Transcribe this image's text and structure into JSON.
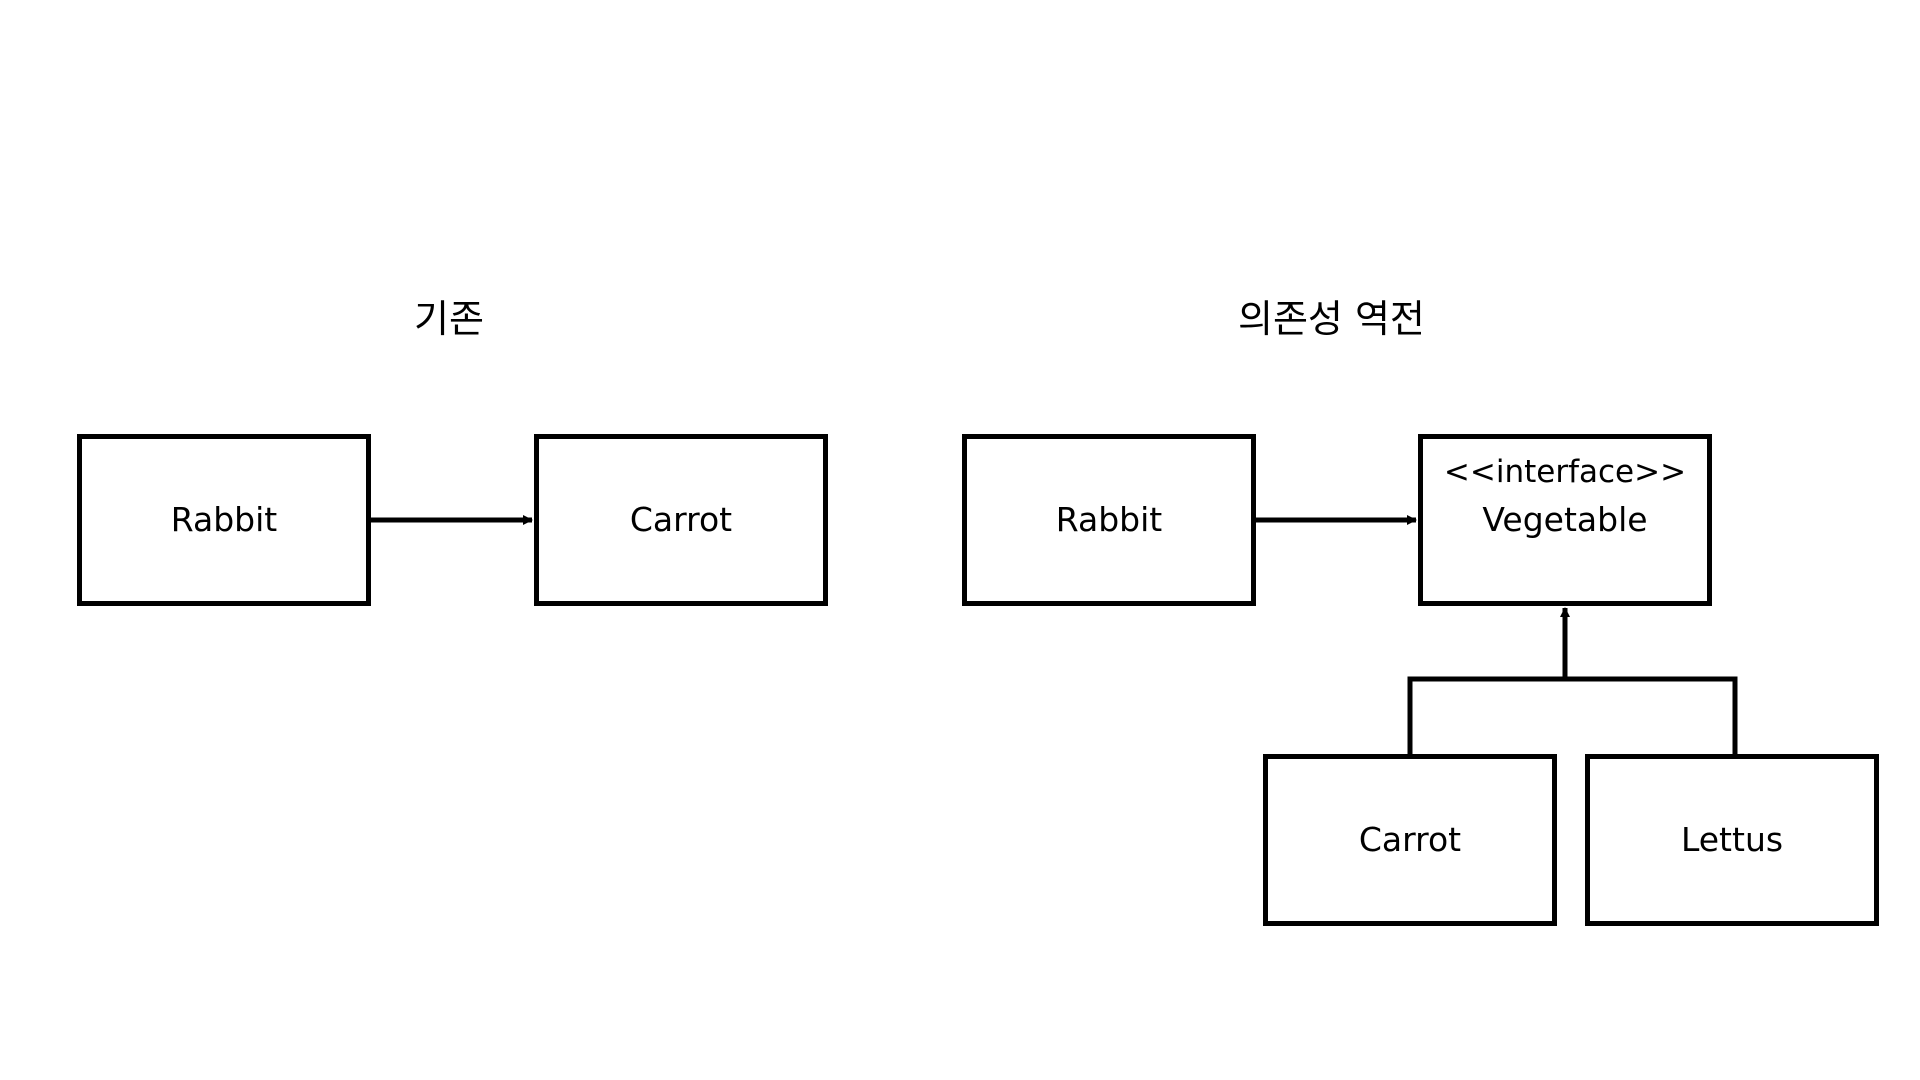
{
  "diagram": {
    "sections": {
      "left": {
        "title": "기존"
      },
      "right": {
        "title": "의존성 역전"
      }
    },
    "nodes": {
      "rabbit_left": {
        "label": "Rabbit"
      },
      "carrot_left": {
        "label": "Carrot"
      },
      "rabbit_right": {
        "label": "Rabbit"
      },
      "vegetable": {
        "stereotype": "<<interface>>",
        "label": "Vegetable"
      },
      "carrot_right": {
        "label": "Carrot"
      },
      "lettus": {
        "label": "Lettus"
      }
    },
    "edges": [
      {
        "from": "rabbit_left",
        "to": "carrot_left",
        "type": "dependency-arrow"
      },
      {
        "from": "rabbit_right",
        "to": "vegetable",
        "type": "dependency-arrow"
      },
      {
        "from": "carrot_right",
        "to": "vegetable",
        "type": "implementation-arrow"
      },
      {
        "from": "lettus",
        "to": "vegetable",
        "type": "implementation-arrow"
      }
    ],
    "colors": {
      "stroke": "#000000",
      "background": "#ffffff"
    }
  }
}
